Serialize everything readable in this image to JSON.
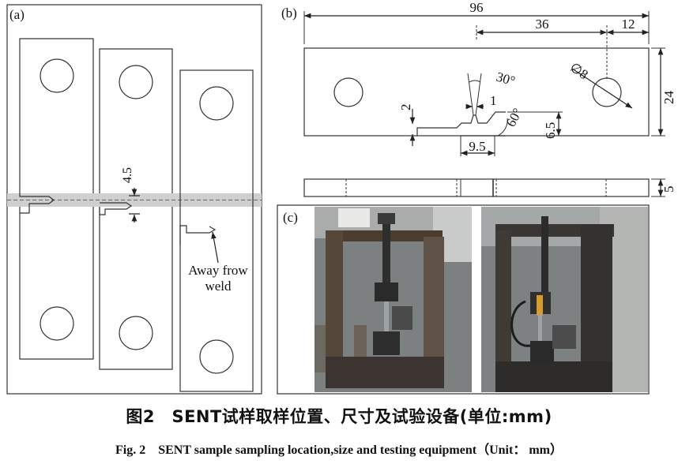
{
  "panel_a": {
    "label": "(a)",
    "dimension": "4.5",
    "annotation_line1": "Away frow",
    "annotation_line2": "weld"
  },
  "panel_b": {
    "label": "(b)",
    "dim_total_length": "96",
    "dim_hole_offset": "36",
    "dim_hole_edge": "12",
    "dim_hole_diameter": "∅8",
    "dim_width": "24",
    "dim_notch_angle": "30°",
    "dim_tip_width": "1",
    "dim_notch_depth": "2",
    "dim_bevel_angle": "60°",
    "dim_notch_height": "6.5",
    "dim_notch_width": "9.5",
    "dim_thickness": "5"
  },
  "panel_c": {
    "label": "(c)"
  },
  "caption": {
    "chinese": "图2　SENT试样取样位置、尺寸及试验设备(单位:mm)",
    "english": "Fig. 2　SENT sample sampling location,size and testing equipment（Unit： mm）"
  },
  "colors": {
    "line": "#222222",
    "weld_band": "#cfcfcf",
    "photo_bg": "#3a3a38"
  }
}
